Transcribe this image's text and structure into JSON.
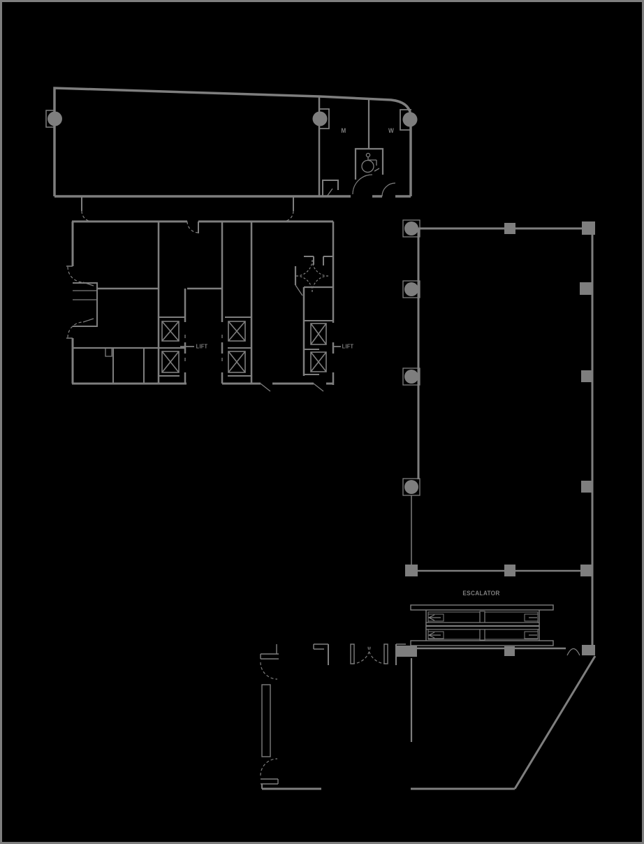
{
  "drawing": {
    "type": "architectural-floor-plan",
    "labels": {
      "mens_room": "M",
      "womens_room": "W",
      "lift_bank_left": "LIFT",
      "lift_bank_right": "LIFT",
      "escalator": "ESCALATOR"
    },
    "icons": {
      "wheelchair": "wheelchair-accessible-icon",
      "lift_shaft": "lift-shaft-cross-symbol",
      "door_swing": "door-swing-arc",
      "column_round": "round-column",
      "column_square": "square-column"
    },
    "colors": {
      "background": "#000000",
      "line": "#7e7e7e",
      "label": "#8a8a8a",
      "frame": "#1c1c1c"
    }
  }
}
